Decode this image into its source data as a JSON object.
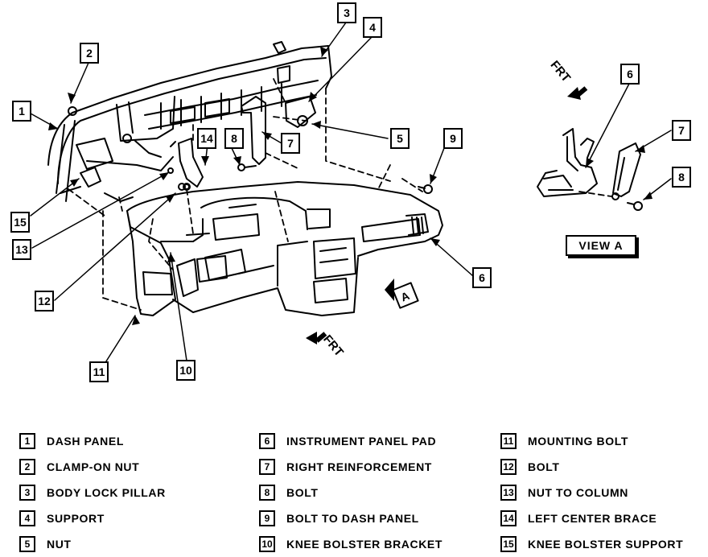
{
  "callouts": [
    "1",
    "2",
    "3",
    "4",
    "5",
    "6",
    "7",
    "8",
    "9",
    "10",
    "11",
    "12",
    "13",
    "14",
    "15"
  ],
  "view_a_callouts": [
    "6",
    "7",
    "8"
  ],
  "view_a_label": "VIEW A",
  "frt_label": "FRT",
  "view_marker": "A",
  "legend": [
    {
      "num": "1",
      "label": "DASH PANEL"
    },
    {
      "num": "2",
      "label": "CLAMP-ON NUT"
    },
    {
      "num": "3",
      "label": "BODY LOCK PILLAR"
    },
    {
      "num": "4",
      "label": "SUPPORT"
    },
    {
      "num": "5",
      "label": "NUT"
    },
    {
      "num": "6",
      "label": "INSTRUMENT PANEL PAD"
    },
    {
      "num": "7",
      "label": "RIGHT REINFORCEMENT"
    },
    {
      "num": "8",
      "label": "BOLT"
    },
    {
      "num": "9",
      "label": "BOLT TO DASH PANEL"
    },
    {
      "num": "10",
      "label": "KNEE BOLSTER BRACKET"
    },
    {
      "num": "11",
      "label": "MOUNTING BOLT"
    },
    {
      "num": "12",
      "label": "BOLT"
    },
    {
      "num": "13",
      "label": "NUT TO COLUMN"
    },
    {
      "num": "14",
      "label": "LEFT CENTER BRACE"
    },
    {
      "num": "15",
      "label": "KNEE BOLSTER SUPPORT"
    }
  ]
}
